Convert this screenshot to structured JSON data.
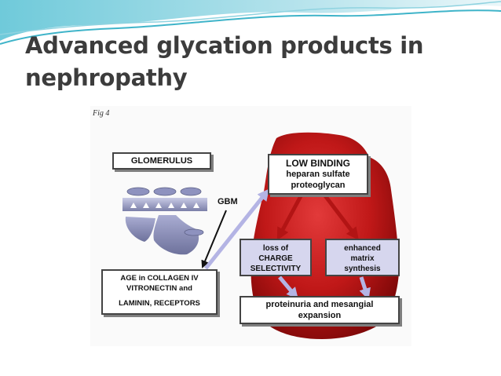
{
  "slide": {
    "title_line1": "Advanced glycation products in",
    "title_line2": "nephropathy"
  },
  "figure": {
    "label": "Fig 4",
    "glomerulus_label": "GLOMERULUS",
    "gbm_label": "GBM",
    "low_binding": {
      "line1": "LOW BINDING",
      "line2": "heparan sulfate",
      "line3": "proteoglycan"
    },
    "loss_box": {
      "line1": "loss of",
      "line2": "CHARGE",
      "line3": "SELECTIVITY"
    },
    "enhanced_box": {
      "line1": "enhanced",
      "line2": "matrix",
      "line3": "synthesis"
    },
    "age_box": {
      "line1": "AGE in COLLAGEN IV",
      "line2": "VITRONECTIN and",
      "line3": "LAMININ, RECEPTORS"
    },
    "outcome_box": {
      "line1": "proteinuria and mesangial",
      "line2": "expansion"
    }
  },
  "colors": {
    "accent_teal": "#3fb4c9",
    "blob_red": "#c01818",
    "membrane_purple": "#7b7fa8",
    "arrow_red": "#b21414",
    "arrow_lavender": "#b4b4e4",
    "box_lavender": "#d6d6ee"
  }
}
